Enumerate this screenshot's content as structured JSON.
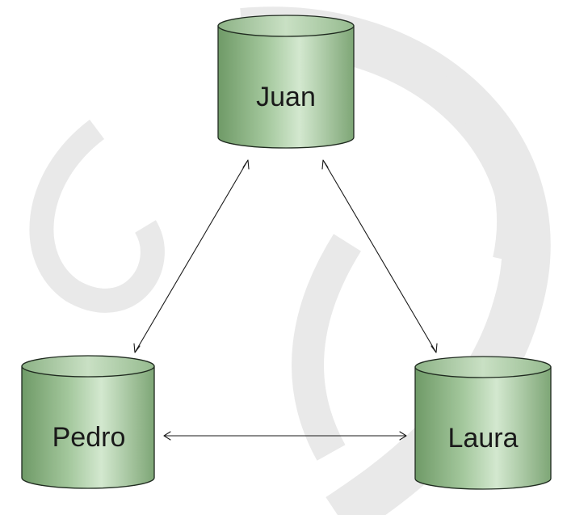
{
  "diagram": {
    "type": "database-replication-triangle",
    "nodes": [
      {
        "id": "juan",
        "label": "Juan"
      },
      {
        "id": "pedro",
        "label": "Pedro"
      },
      {
        "id": "laura",
        "label": "Laura"
      }
    ],
    "edges": [
      {
        "from": "juan",
        "to": "pedro",
        "direction": "bidirectional"
      },
      {
        "from": "juan",
        "to": "laura",
        "direction": "bidirectional"
      },
      {
        "from": "pedro",
        "to": "laura",
        "direction": "bidirectional"
      }
    ],
    "colors": {
      "cylinder_light": "#c9e0c4",
      "cylinder_mid": "#a3c79c",
      "cylinder_dark": "#6f9a67",
      "outline": "#1f2a1f",
      "arrow": "#1a1a1a",
      "background_swirl": "#eeeeee"
    }
  }
}
